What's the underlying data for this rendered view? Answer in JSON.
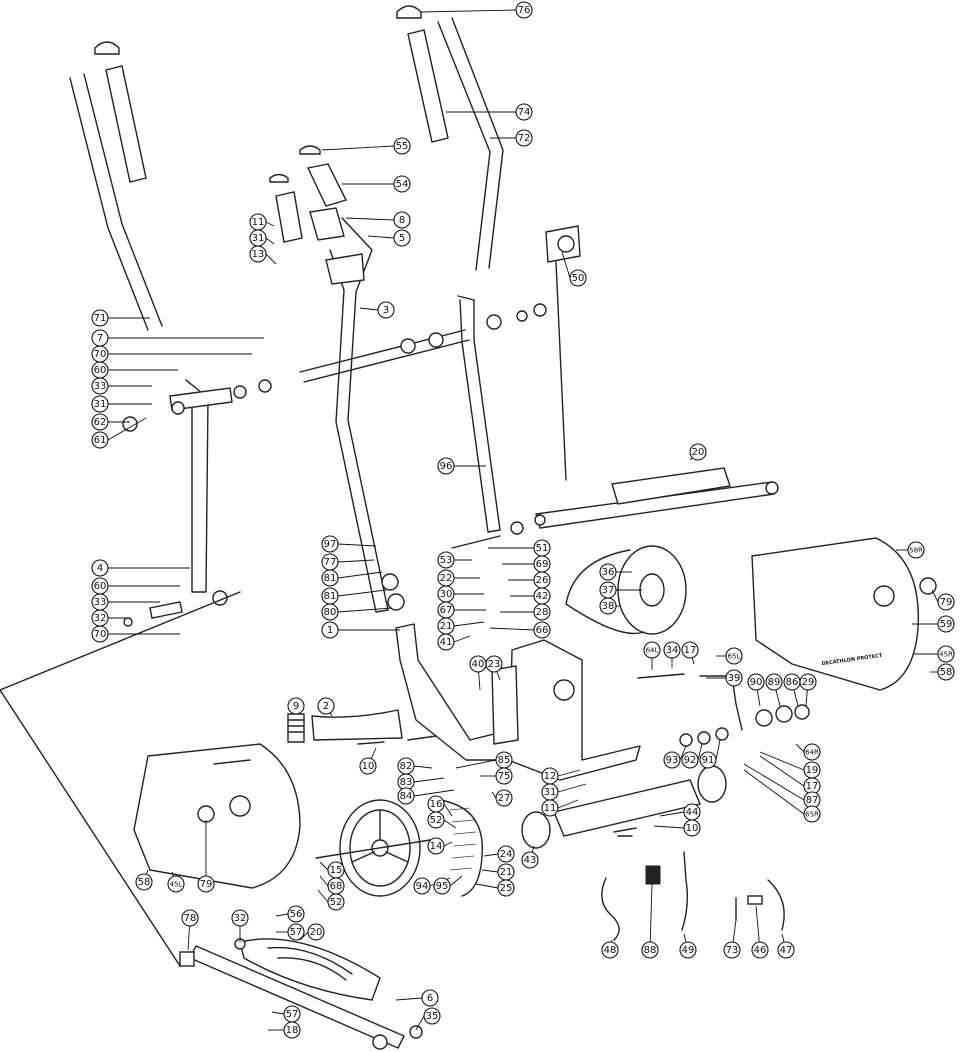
{
  "colors": {
    "ink": "#111111",
    "paper": "#ffffff"
  },
  "cover_label": "DECATHLON PROTECT",
  "callouts": [
    {
      "label": "76"
    },
    {
      "label": "74"
    },
    {
      "label": "72"
    },
    {
      "label": "55"
    },
    {
      "label": "54"
    },
    {
      "label": "8"
    },
    {
      "label": "5"
    },
    {
      "label": "11"
    },
    {
      "label": "31"
    },
    {
      "label": "13"
    },
    {
      "label": "50"
    },
    {
      "label": "3"
    },
    {
      "label": "71"
    },
    {
      "label": "7"
    },
    {
      "label": "70"
    },
    {
      "label": "60"
    },
    {
      "label": "33"
    },
    {
      "label": "31"
    },
    {
      "label": "62"
    },
    {
      "label": "61"
    },
    {
      "label": "20"
    },
    {
      "label": "96"
    },
    {
      "label": "97"
    },
    {
      "label": "77"
    },
    {
      "label": "81"
    },
    {
      "label": "81"
    },
    {
      "label": "80"
    },
    {
      "label": "1"
    },
    {
      "label": "53"
    },
    {
      "label": "22"
    },
    {
      "label": "30"
    },
    {
      "label": "67"
    },
    {
      "label": "21"
    },
    {
      "label": "41"
    },
    {
      "label": "51"
    },
    {
      "label": "69"
    },
    {
      "label": "26"
    },
    {
      "label": "42"
    },
    {
      "label": "28"
    },
    {
      "label": "66"
    },
    {
      "label": "36"
    },
    {
      "label": "37"
    },
    {
      "label": "38"
    },
    {
      "label": "58R"
    },
    {
      "label": "79"
    },
    {
      "label": "59"
    },
    {
      "label": "45R"
    },
    {
      "label": "58"
    },
    {
      "label": "4"
    },
    {
      "label": "60"
    },
    {
      "label": "33"
    },
    {
      "label": "32"
    },
    {
      "label": "70"
    },
    {
      "label": "40"
    },
    {
      "label": "23"
    },
    {
      "label": "64L"
    },
    {
      "label": "34"
    },
    {
      "label": "17"
    },
    {
      "label": "65L"
    },
    {
      "label": "39"
    },
    {
      "label": "90"
    },
    {
      "label": "89"
    },
    {
      "label": "86"
    },
    {
      "label": "29"
    },
    {
      "label": "9"
    },
    {
      "label": "2"
    },
    {
      "label": "93"
    },
    {
      "label": "92"
    },
    {
      "label": "91"
    },
    {
      "label": "64R"
    },
    {
      "label": "19"
    },
    {
      "label": "17"
    },
    {
      "label": "87"
    },
    {
      "label": "65R"
    },
    {
      "label": "10"
    },
    {
      "label": "82"
    },
    {
      "label": "83"
    },
    {
      "label": "84"
    },
    {
      "label": "85"
    },
    {
      "label": "75"
    },
    {
      "label": "27"
    },
    {
      "label": "12"
    },
    {
      "label": "31"
    },
    {
      "label": "11"
    },
    {
      "label": "44"
    },
    {
      "label": "10"
    },
    {
      "label": "16"
    },
    {
      "label": "52"
    },
    {
      "label": "14"
    },
    {
      "label": "15"
    },
    {
      "label": "68"
    },
    {
      "label": "52"
    },
    {
      "label": "94"
    },
    {
      "label": "95"
    },
    {
      "label": "24"
    },
    {
      "label": "21"
    },
    {
      "label": "25"
    },
    {
      "label": "43"
    },
    {
      "label": "58"
    },
    {
      "label": "45L"
    },
    {
      "label": "79"
    },
    {
      "label": "78"
    },
    {
      "label": "32"
    },
    {
      "label": "56"
    },
    {
      "label": "57"
    },
    {
      "label": "20"
    },
    {
      "label": "48"
    },
    {
      "label": "88"
    },
    {
      "label": "49"
    },
    {
      "label": "73"
    },
    {
      "label": "46"
    },
    {
      "label": "47"
    },
    {
      "label": "6"
    },
    {
      "label": "35"
    },
    {
      "label": "57"
    },
    {
      "label": "18"
    }
  ]
}
